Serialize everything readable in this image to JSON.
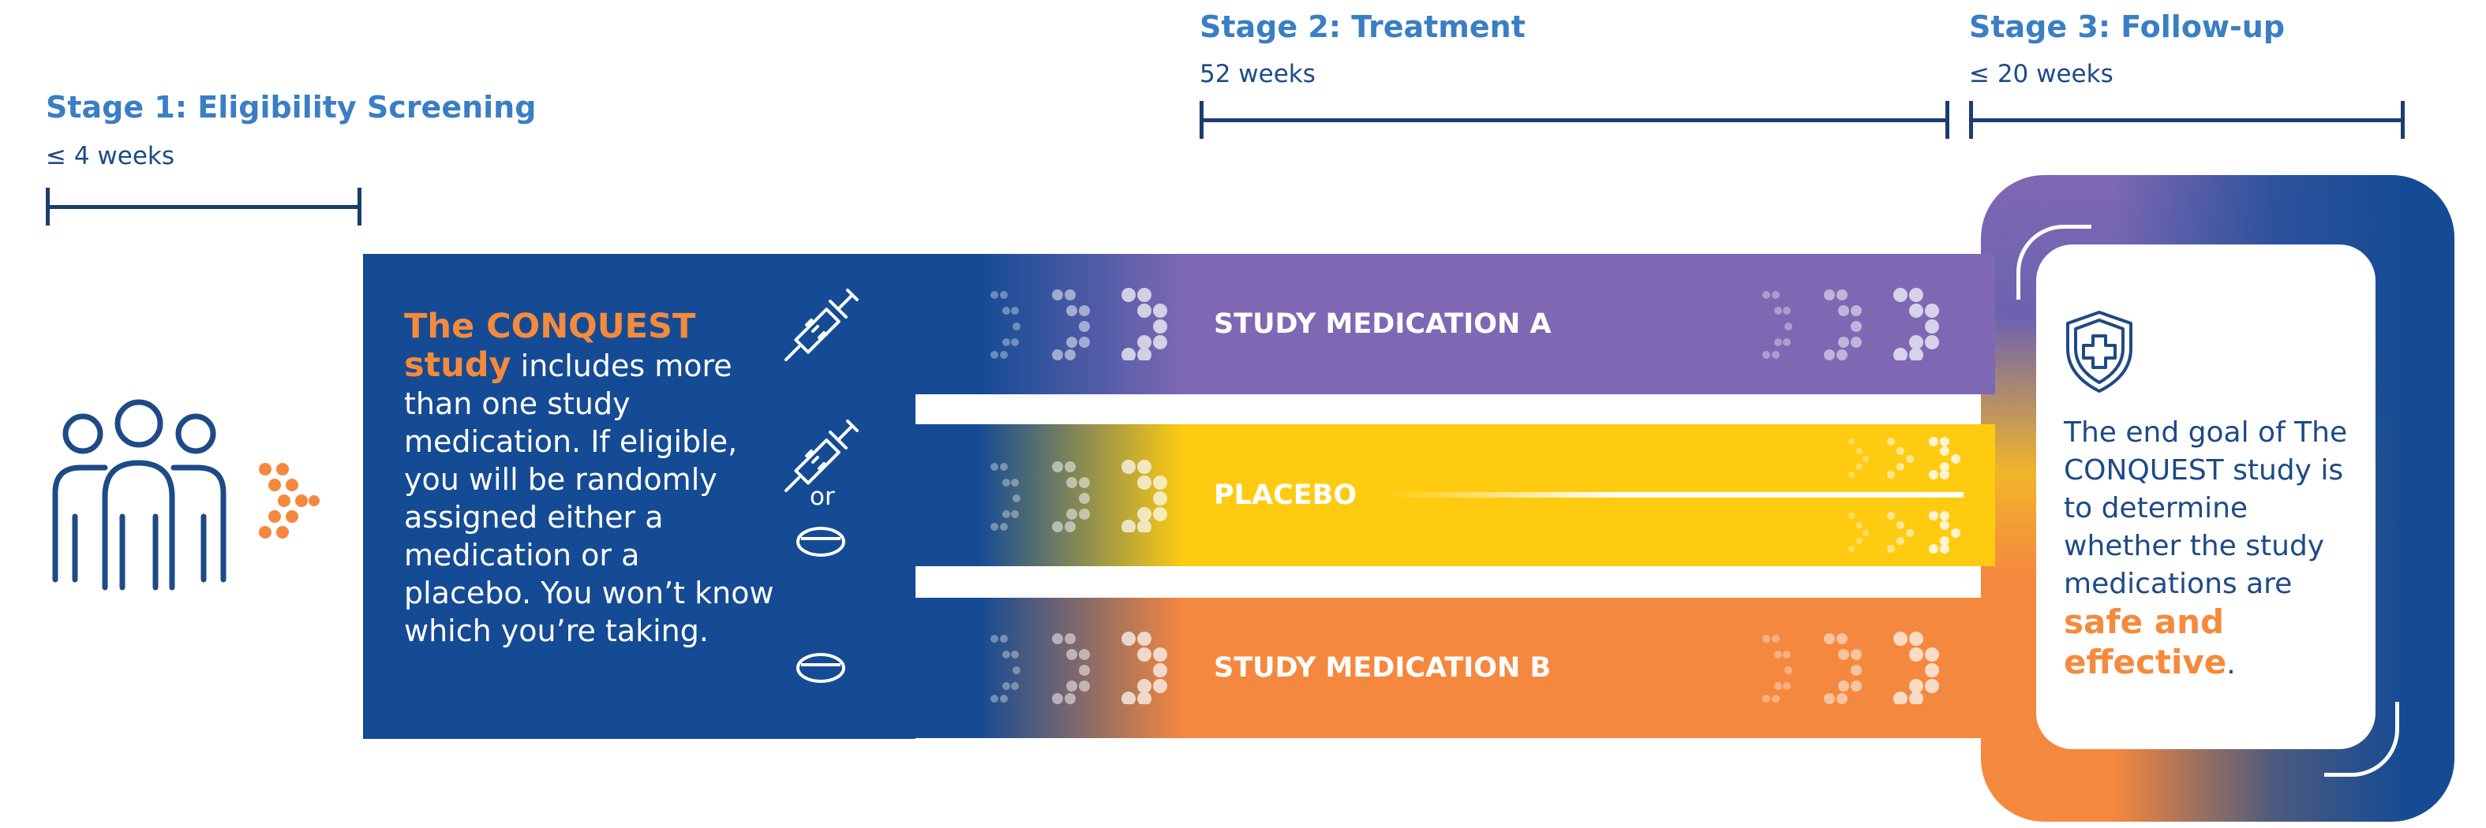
{
  "stages": {
    "stage1": {
      "title": "Stage 1: Eligibility Screening",
      "duration": "≤ 4 weeks"
    },
    "stage2": {
      "title": "Stage 2: Treatment",
      "duration": "52 weeks"
    },
    "stage3": {
      "title": "Stage 3: Follow-up",
      "duration": "≤ 20 weeks"
    }
  },
  "intro": {
    "highlight": "The CONQUEST study",
    "body": " includes more than one study medication. If eligible, you will be randomly assigned either a medication or a placebo. You won’t know which you’re taking."
  },
  "icons": {
    "people": "participants-group-icon",
    "syringe": "syringe-icon",
    "pill": "pill-icon",
    "shield": "shield-cross-icon",
    "arrows": "dotted-arrow-icon"
  },
  "or_label": "or",
  "bands": {
    "a": "STUDY MEDICATION A",
    "placebo": "PLACEBO",
    "b": "STUDY MEDICATION B"
  },
  "goal": {
    "text": "The end goal of The CONQUEST study is to determine whether the study medications are ",
    "highlight": "safe and effective",
    "end": "."
  },
  "colors": {
    "navy": "#144b94",
    "purple": "#7e68b4",
    "yellow": "#ffcb11",
    "orange": "#f5883f",
    "stage_title": "#3a7ec4"
  }
}
